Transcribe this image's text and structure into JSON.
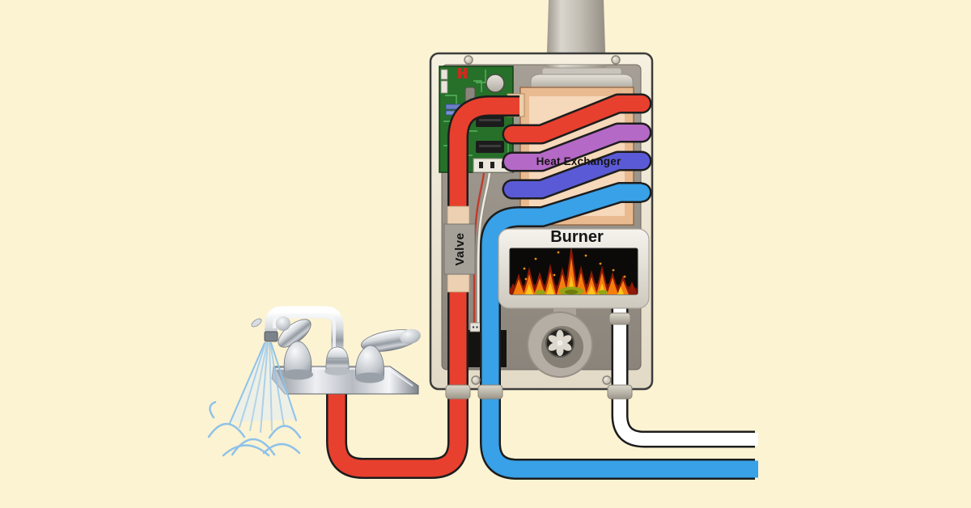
{
  "diagram": {
    "type": "tankless-gas-water-heater-cutaway",
    "labels": {
      "heat_exchanger": "Heat Exchanger",
      "burner": "Burner",
      "valve": "Valve"
    }
  },
  "colors": {
    "background": "#fcf3d3",
    "hot_water": "#e8402e",
    "cold_water": "#38a1e8",
    "gas_line": "#ffffff",
    "coil_purple": "#b569c6",
    "coil_violet": "#5b5ad6",
    "heat_exchanger_border": "#e9ba90",
    "heat_exchanger_body": "#f6d8ba",
    "circuit_board": "#26702a",
    "flame_orange": "#f57d0e",
    "water_spray": "#8fc2e8"
  }
}
